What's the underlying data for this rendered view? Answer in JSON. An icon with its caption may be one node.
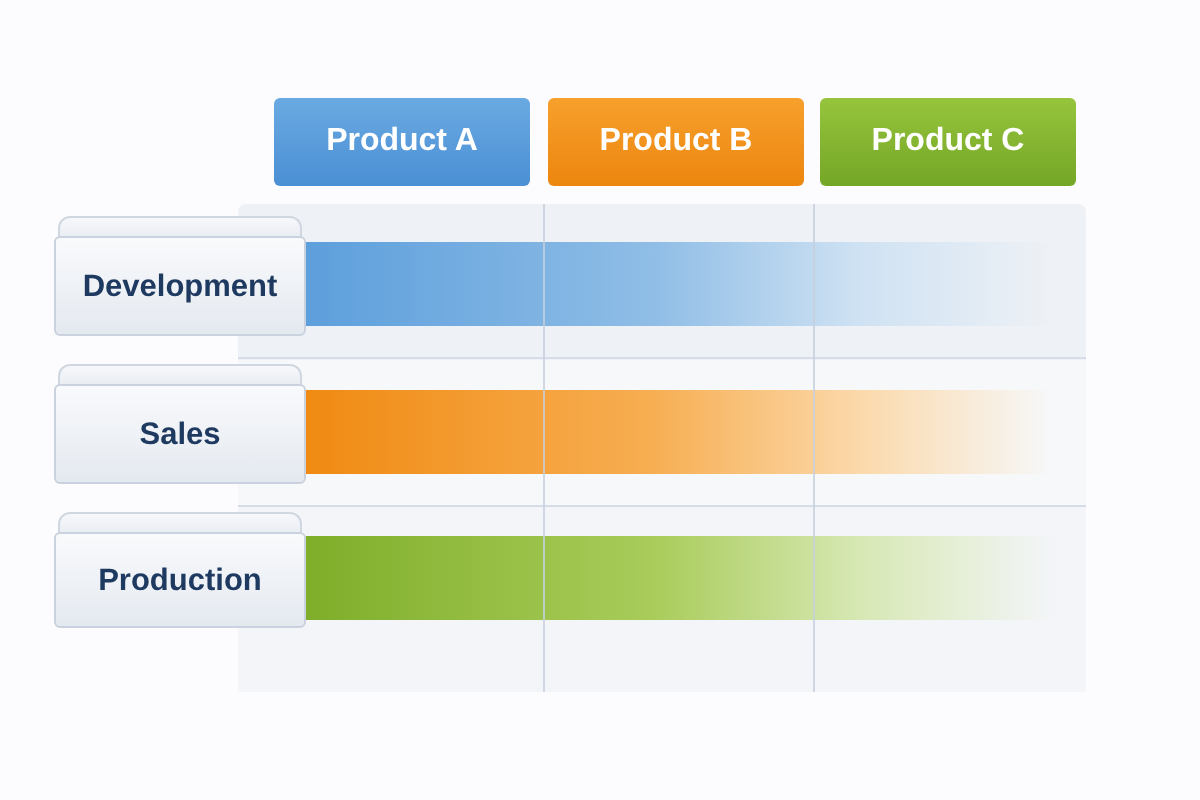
{
  "diagram": {
    "nodes": [
      {
        "text": [
          "Product A"
        ]
      },
      {
        "text": [
          "Product B"
        ]
      },
      {
        "text": [
          "Product C"
        ]
      },
      {
        "text": [
          "Development"
        ]
      },
      {
        "text": [
          "Sales"
        ]
      },
      {
        "text": [
          "Production"
        ]
      }
    ]
  }
}
